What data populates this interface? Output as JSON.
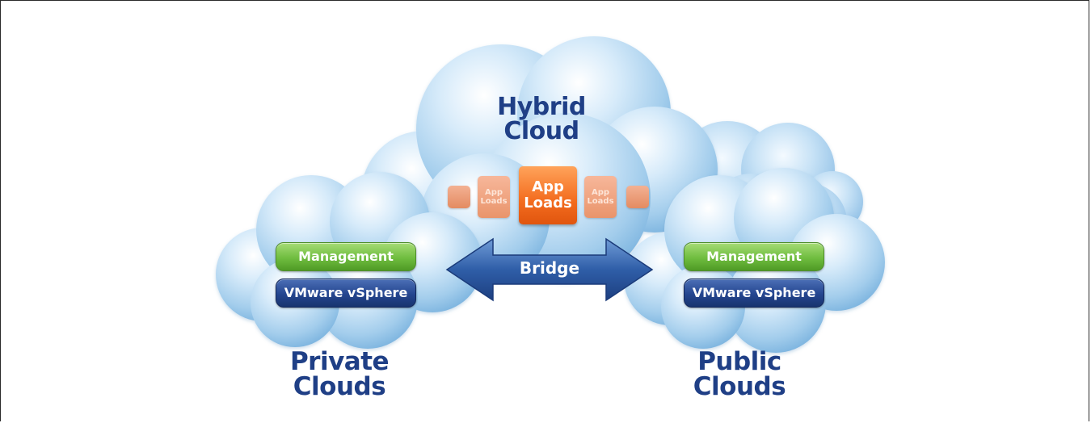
{
  "hybrid_cloud": {
    "line1": "Hybrid",
    "line2": "Cloud"
  },
  "app_loads": {
    "main": {
      "line1": "App",
      "line2": "Loads"
    },
    "small_left": {
      "line1": "App",
      "line2": "Loads"
    },
    "small_right": {
      "line1": "App",
      "line2": "Loads"
    }
  },
  "bridge": {
    "label": "Bridge"
  },
  "private_cloud": {
    "management": "Management",
    "vsphere": "VMware vSphere",
    "line1": "Private",
    "line2": "Clouds"
  },
  "public_cloud": {
    "management": "Management",
    "vsphere": "VMware vSphere",
    "line1": "Public",
    "line2": "Clouds"
  },
  "colors": {
    "title_text": "#1f3f86",
    "cloud_light": "#e9f4fc",
    "cloud_dark": "#8fc0e6",
    "management": "#6fbd3f",
    "vsphere": "#24458f",
    "app_loads": "#f36c1f",
    "bridge_arrow": "#2f5ea8"
  }
}
